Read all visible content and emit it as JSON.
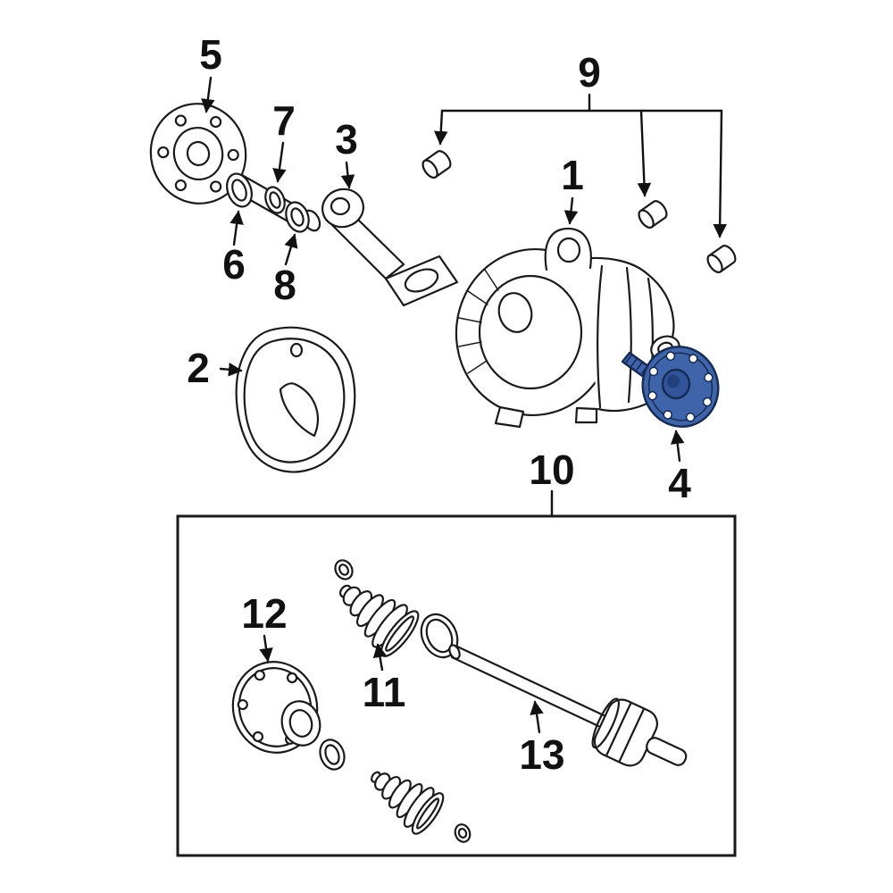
{
  "diagram": {
    "kind": "exploded-parts-diagram",
    "background": "#ffffff",
    "line_color": "#1a1a1a",
    "highlight_color": "#3f64a9",
    "callouts": [
      {
        "label": "1",
        "highlighted": false
      },
      {
        "label": "2",
        "highlighted": false
      },
      {
        "label": "3",
        "highlighted": false
      },
      {
        "label": "4",
        "highlighted": true
      },
      {
        "label": "5",
        "highlighted": false
      },
      {
        "label": "6",
        "highlighted": false
      },
      {
        "label": "7",
        "highlighted": false
      },
      {
        "label": "8",
        "highlighted": false
      },
      {
        "label": "9",
        "highlighted": false
      },
      {
        "label": "10",
        "highlighted": false
      },
      {
        "label": "11",
        "highlighted": false
      },
      {
        "label": "12",
        "highlighted": false
      },
      {
        "label": "13",
        "highlighted": false
      }
    ]
  }
}
